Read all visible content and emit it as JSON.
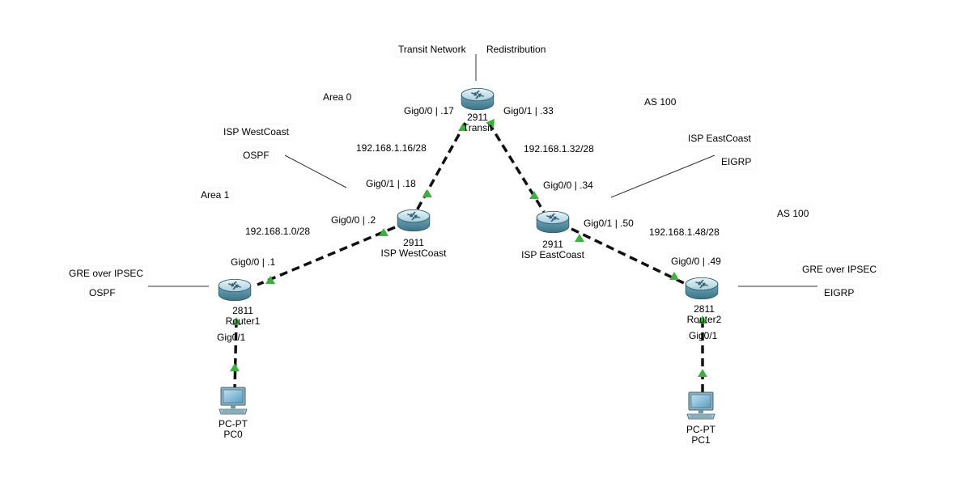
{
  "colors": {
    "link": "#111111",
    "port_up": "#3cb23c",
    "router_body": "#5f9aac",
    "router_top": "#cfe6ee",
    "pc_screen": "#7fb6d6",
    "annotation_line": "#333333"
  },
  "devices": [
    {
      "id": "transit",
      "model": "2911",
      "name": "Transit",
      "icon": "router-icon"
    },
    {
      "id": "isp_west",
      "model": "2911",
      "name": "ISP WestCoast",
      "icon": "router-icon"
    },
    {
      "id": "isp_east",
      "model": "2911",
      "name": "ISP EastCoast",
      "icon": "router-icon"
    },
    {
      "id": "router1",
      "model": "2811",
      "name": "Router1",
      "icon": "router-icon"
    },
    {
      "id": "router2",
      "model": "2811",
      "name": "Router2",
      "icon": "router-icon"
    },
    {
      "id": "pc0",
      "model": "PC-PT",
      "name": "PC0",
      "icon": "pc-icon"
    },
    {
      "id": "pc1",
      "model": "PC-PT",
      "name": "PC1",
      "icon": "pc-icon"
    }
  ],
  "links": [
    {
      "from": "transit",
      "to": "isp_west"
    },
    {
      "from": "transit",
      "to": "isp_east"
    },
    {
      "from": "isp_west",
      "to": "router1"
    },
    {
      "from": "isp_east",
      "to": "router2"
    },
    {
      "from": "router1",
      "to": "pc0"
    },
    {
      "from": "router2",
      "to": "pc1"
    }
  ],
  "interface_labels": {
    "transit_g00": "Gig0/0 | .17",
    "transit_g01": "Gig0/1 | .33",
    "west_g01": "Gig0/1 | .18",
    "west_g00": "Gig0/0 | .2",
    "east_g00": "Gig0/0 | .34",
    "east_g01": "Gig0/1 | .50",
    "r1_g00": "Gig0/0 | .1",
    "r1_g01": "Gig0/1",
    "r2_g00": "Gig0/0 | .49",
    "r2_g01": "Gig0/1"
  },
  "subnet_labels": {
    "west_transit": "192.168.1.16/28",
    "east_transit": "192.168.1.32/28",
    "west_r1": "192.168.1.0/28",
    "east_r2": "192.168.1.48/28"
  },
  "notes": {
    "transit_network": "Transit Network",
    "redistribution": "Redistribution",
    "area0": "Area 0",
    "as100_top": "AS 100",
    "isp_west_title": "ISP WestCoast",
    "isp_west_proto": "OSPF",
    "isp_east_title": "ISP EastCoast",
    "isp_east_proto": "EIGRP",
    "area1": "Area 1",
    "as100_right": "AS 100",
    "r1_tunnel": "GRE over IPSEC",
    "r1_proto": "OSPF",
    "r2_tunnel": "GRE over IPSEC",
    "r2_proto": "EIGRP"
  }
}
